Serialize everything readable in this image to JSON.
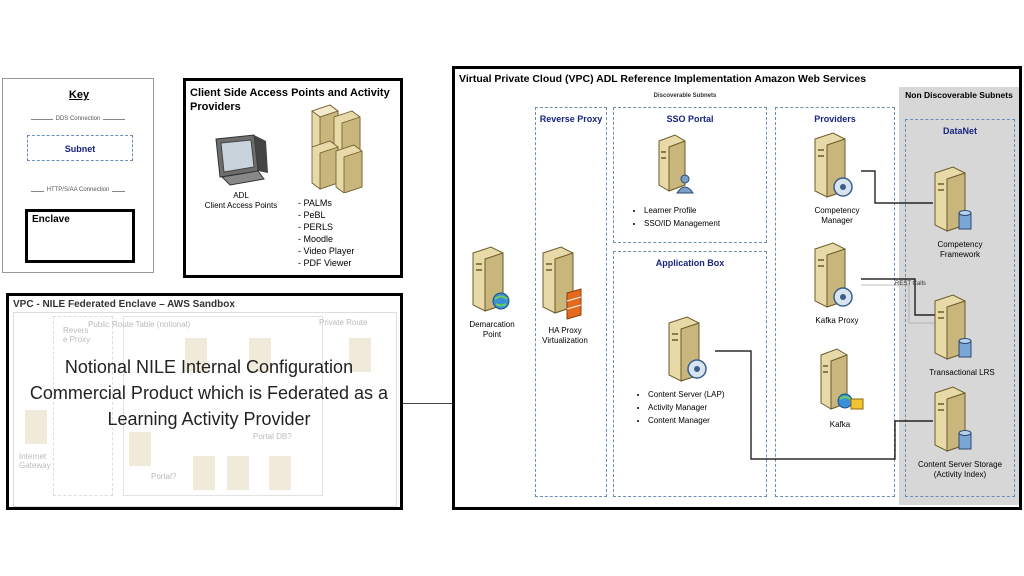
{
  "key": {
    "title": "Key",
    "dds_connection": "DDS Connection",
    "subnet": "Subnet",
    "https_connection": "HTTP/S/AA Connection",
    "enclave": "Enclave"
  },
  "client": {
    "title": "Client Side Access Points and Activity Providers",
    "access_points_label": "ADL\nClient Access Points",
    "providers": [
      "PALMs",
      "PeBL",
      "PERLS",
      "Moodle",
      "Video Player",
      "PDF Viewer"
    ]
  },
  "nile": {
    "title": "VPC - NILE Federated Enclave – AWS Sandbox",
    "overlay": "Notional NILE Internal Configuration Commercial Product which is Federated as a Learning Activity Provider",
    "faded_labels": [
      "Public Route Table (notional)",
      "Private Route",
      "Revers e Proxy",
      "Internet Gateway",
      "Portal?",
      "Portal DB?"
    ]
  },
  "vpc": {
    "title": "Virtual Private Cloud (VPC) ADL Reference Implementation Amazon Web Services",
    "discoverable": "Discoverable Subnets",
    "non_discoverable": "Non Discoverable Subnets",
    "demarcation": "Demarcation Point",
    "reverse_proxy": {
      "title": "Reverse Proxy",
      "label": "HA Proxy Virtualization"
    },
    "sso": {
      "title": "SSO Portal",
      "items": [
        "Learner Profile",
        "SSO/ID Management"
      ]
    },
    "app_box": {
      "title": "Application Box",
      "items": [
        "Content Server (LAP)",
        "Activity Manager",
        "Content Manager"
      ]
    },
    "providers": {
      "title": "Providers",
      "competency_manager": "Competency Manager",
      "kafka_proxy": "Kafka Proxy",
      "kafka": "Kafka"
    },
    "datanet": {
      "title": "DataNet",
      "competency_framework": "Competency Framework",
      "transactional_lrs": "Transactional LRS",
      "content_storage": "Content Server Storage (Activity Index)"
    },
    "rest_calls": "REST Calls"
  },
  "colors": {
    "server_body": "#e7d9a8",
    "server_dark": "#b8a36a",
    "blue_title": "#1a237e",
    "dashed": "#6b8fb3",
    "grey_zone": "#d7d7d7"
  }
}
